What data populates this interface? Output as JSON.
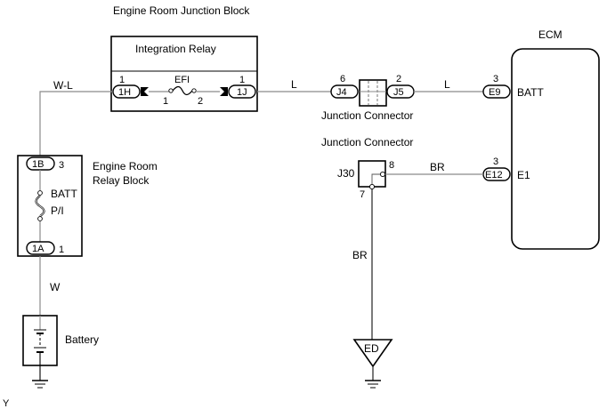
{
  "components": {
    "engine_room_junction_block": {
      "label": "Engine Room Junction Block"
    },
    "integration_relay": {
      "label": "Integration Relay"
    },
    "efi_fuse": {
      "label": "EFI",
      "pin_left": "1",
      "pin_right": "2"
    },
    "connector_1H": {
      "id": "1H",
      "pin": "1"
    },
    "connector_1J": {
      "id": "1J",
      "pin": "1"
    },
    "junction_connector_top": {
      "label": "Junction Connector"
    },
    "connector_J4": {
      "id": "J4",
      "pin": "6"
    },
    "connector_J5": {
      "id": "J5",
      "pin": "2"
    },
    "ecm": {
      "label": "ECM"
    },
    "connector_E9": {
      "id": "E9",
      "pin": "3",
      "terminal": "BATT"
    },
    "connector_E12": {
      "id": "E12",
      "pin": "3",
      "terminal": "E1"
    },
    "junction_connector_j30": {
      "label": "Junction Connector",
      "id": "J30",
      "pin_a": "8",
      "pin_b": "7"
    },
    "engine_room_relay_block": {
      "label_line1": "Engine Room",
      "label_line2": "Relay Block"
    },
    "connector_1B": {
      "id": "1B",
      "pin": "3"
    },
    "connector_1A": {
      "id": "1A",
      "pin": "1"
    },
    "pi_fuse": {
      "label_top": "BATT",
      "label_bottom": "P/I"
    },
    "battery": {
      "label": "Battery"
    },
    "ground_ed": {
      "label": "ED"
    }
  },
  "wires": {
    "w1": "W-L",
    "w2": "L",
    "w3": "L",
    "w4": "W",
    "w5": "BR",
    "w6": "BR"
  },
  "corner_mark": "Y"
}
